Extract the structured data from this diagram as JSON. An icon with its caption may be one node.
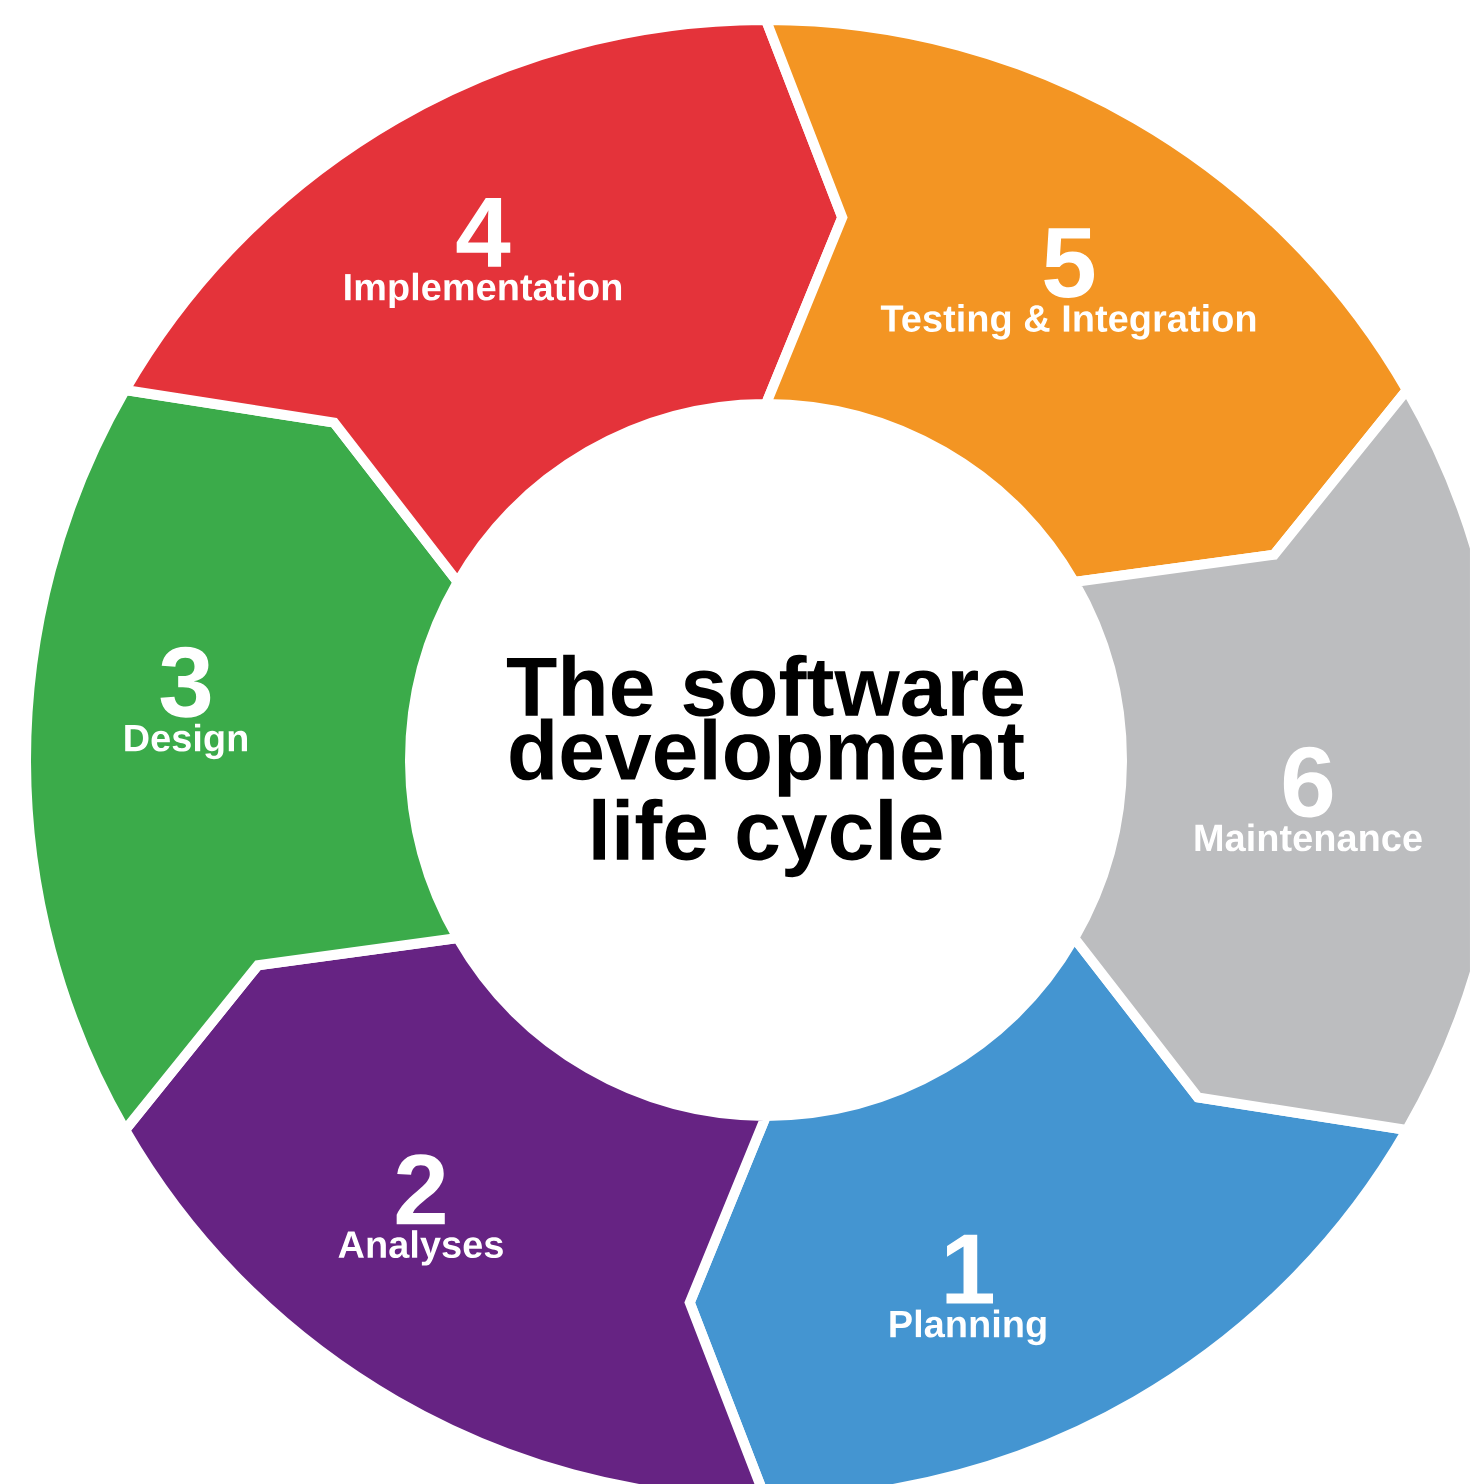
{
  "diagram": {
    "nodes": [
      {
        "text": [
          "The software development life cycle"
        ]
      },
      {
        "text": [
          "1",
          "Planning"
        ]
      },
      {
        "text": [
          "2",
          "Analyses"
        ]
      },
      {
        "text": [
          "3",
          "Design"
        ]
      },
      {
        "text": [
          "4",
          "Implementation"
        ]
      },
      {
        "text": [
          "5",
          "Testing & Integration"
        ]
      },
      {
        "text": [
          "6",
          "Maintenance"
        ]
      }
    ]
  }
}
